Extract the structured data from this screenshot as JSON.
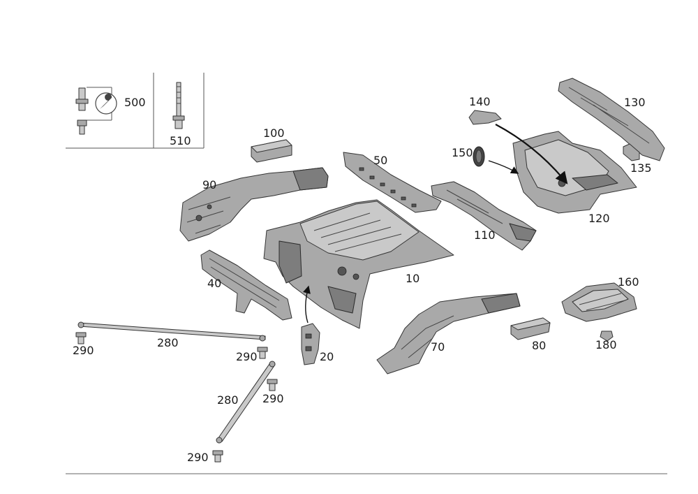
{
  "labels": {
    "p10": "10",
    "p20": "20",
    "p40": "40",
    "p50": "50",
    "p70": "70",
    "p80": "80",
    "p90": "90",
    "p100": "100",
    "p110": "110",
    "p120": "120",
    "p130": "130",
    "p135": "135",
    "p140": "140",
    "p150": "150",
    "p160": "160",
    "p180": "180",
    "p280a": "280",
    "p280b": "280",
    "p290a": "290",
    "p290b": "290",
    "p290c": "290",
    "p290d": "290",
    "p500": "500",
    "p510": "510"
  },
  "icons": {
    "tool": "wrench-icon"
  },
  "colors": {
    "part": "#a9a9a9",
    "line": "#333333"
  }
}
